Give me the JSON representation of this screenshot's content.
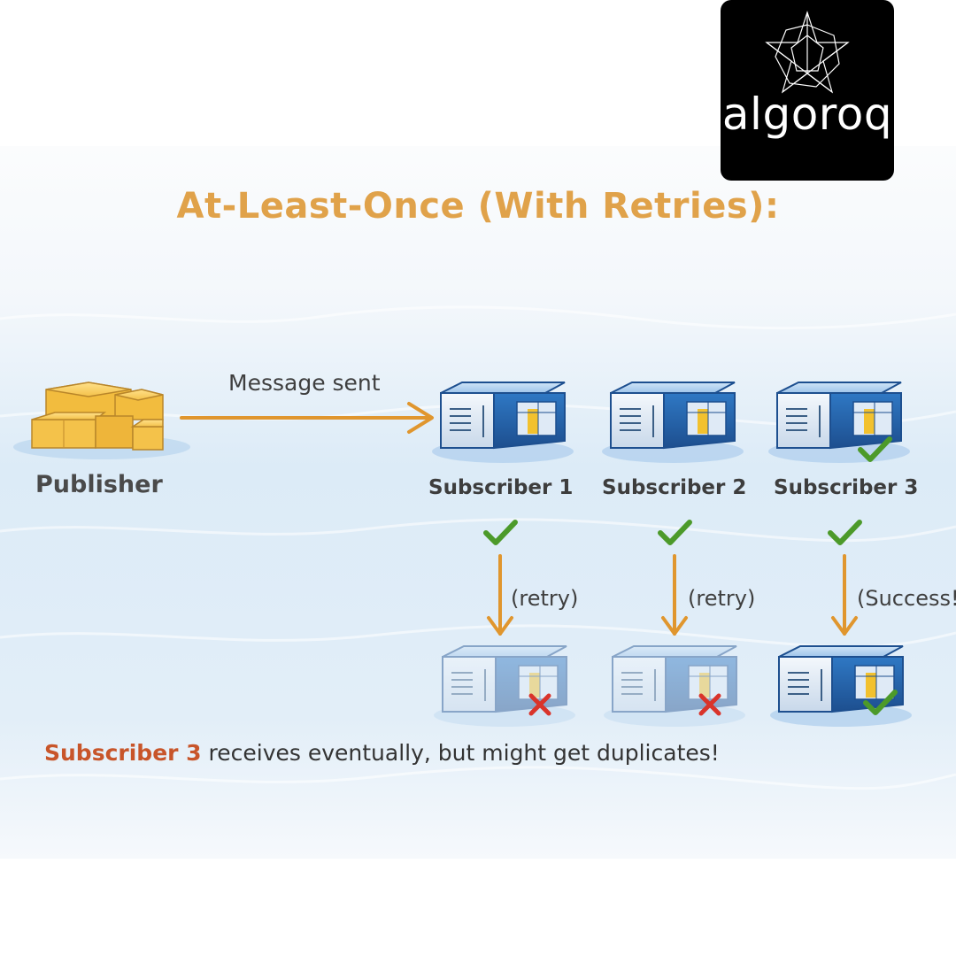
{
  "title": "At-Least-Once (With Retries):",
  "publisher": {
    "label": "Publisher"
  },
  "message": {
    "label": "Message sent"
  },
  "subscribers": [
    {
      "label": "Subscriber 1",
      "retry_label": "(retry)",
      "result": "fail"
    },
    {
      "label": "Subscriber 2",
      "retry_label": "(retry)",
      "result": "fail"
    },
    {
      "label": "Subscriber 3",
      "retry_label": "(Success!",
      "result": "success"
    }
  ],
  "footer": {
    "highlight": "Subscriber 3",
    "text": " receives eventually, but might get duplicates!"
  },
  "logo": {
    "text": "algoroq"
  },
  "colors": {
    "title": "#e0a24a",
    "arrow": "#e0962e",
    "check": "#4c9a2a",
    "cross": "#d9342b",
    "server_blue": "#2f6fb3",
    "highlight": "#c8552a"
  }
}
